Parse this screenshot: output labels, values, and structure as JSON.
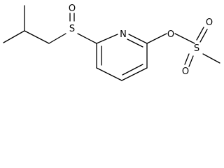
{
  "molecule": {
    "atoms": {
      "sulfinyl_sulfur": "S",
      "sulfinyl_oxygen": "O",
      "ring_nitrogen": "N",
      "ester_oxygen": "O",
      "sulfonyl_sulfur": "S",
      "sulfonyl_oxygen_top": "O",
      "sulfonyl_oxygen_bottom": "O"
    }
  }
}
